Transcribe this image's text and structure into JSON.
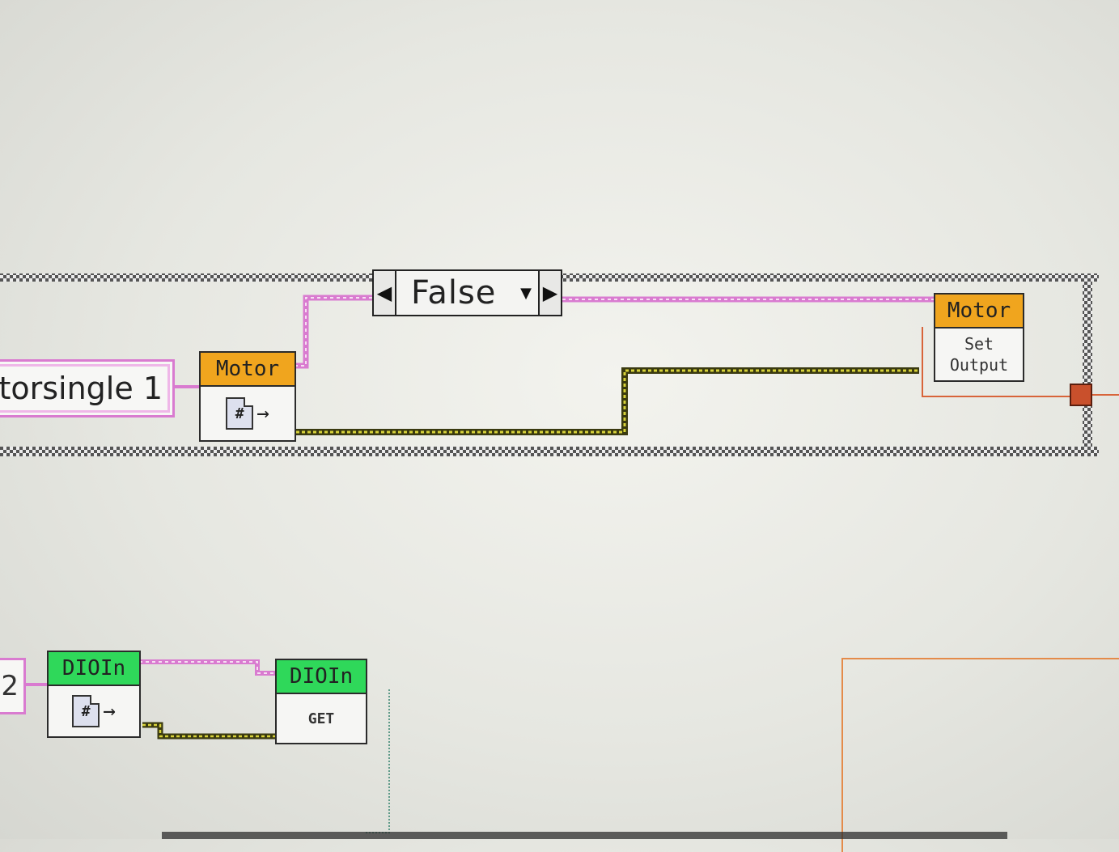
{
  "case_structure": {
    "selector_value": "False"
  },
  "constants": {
    "main_string": "torsingle 1",
    "secondary_string": "2"
  },
  "nodes": {
    "motor_open": {
      "banner": "Motor"
    },
    "motor_set_output": {
      "banner": "Motor",
      "line1": "Set",
      "line2": "Output"
    },
    "dio_open": {
      "banner": "DIOIn"
    },
    "dio_get": {
      "banner": "DIOIn",
      "label": "GET"
    }
  },
  "icons": {
    "refnum_glyph": "#",
    "arrow_glyph": "→"
  },
  "colors": {
    "refnum_wire": "#d97bd0",
    "error_wire": "#c8c22a",
    "motor_banner": "#f0a51e",
    "dio_banner": "#2fd85a"
  }
}
